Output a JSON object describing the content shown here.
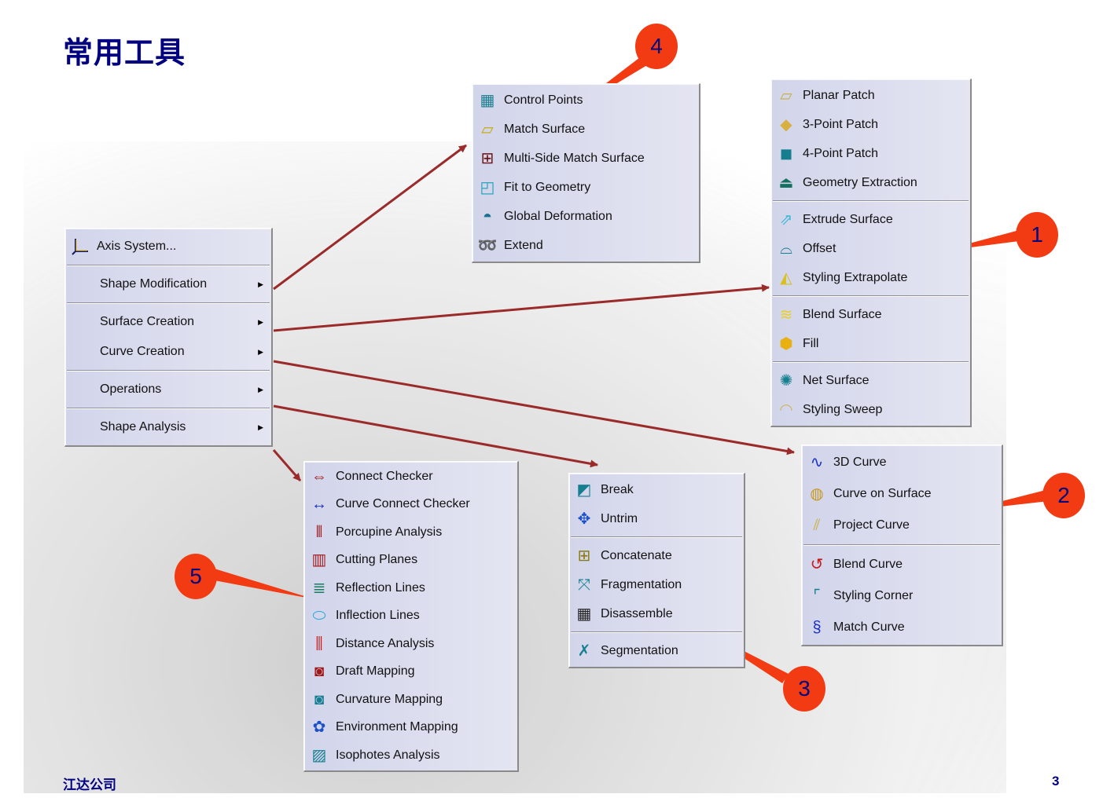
{
  "slide": {
    "title": "常用工具",
    "footer_company": "江达公司",
    "page_number": "3"
  },
  "main_menu": {
    "items": [
      {
        "label": "Axis System...",
        "icon": "axis-system-icon",
        "has_submenu": false
      },
      {
        "label": "Shape Modification",
        "has_submenu": true
      },
      {
        "label": "Surface Creation",
        "has_submenu": true
      },
      {
        "label": "Curve Creation",
        "has_submenu": true
      },
      {
        "label": "Operations",
        "has_submenu": true
      },
      {
        "label": "Shape Analysis",
        "has_submenu": true
      }
    ],
    "submenu_arrow": "▶"
  },
  "shape_modification_menu": {
    "items": [
      {
        "label": "Control Points",
        "icon": "control-points-icon"
      },
      {
        "label": "Match Surface",
        "icon": "match-surface-icon"
      },
      {
        "label": "Multi-Side Match Surface",
        "icon": "multi-side-match-surface-icon"
      },
      {
        "label": "Fit to Geometry",
        "icon": "fit-to-geometry-icon"
      },
      {
        "label": "Global Deformation",
        "icon": "global-deformation-icon"
      },
      {
        "label": "Extend",
        "icon": "extend-icon"
      }
    ]
  },
  "surface_creation_menu": {
    "groups": [
      [
        {
          "label": "Planar Patch",
          "icon": "planar-patch-icon"
        },
        {
          "label": "3-Point Patch",
          "icon": "three-point-patch-icon"
        },
        {
          "label": "4-Point Patch",
          "icon": "four-point-patch-icon"
        },
        {
          "label": "Geometry Extraction",
          "icon": "geometry-extraction-icon"
        }
      ],
      [
        {
          "label": "Extrude Surface",
          "icon": "extrude-surface-icon"
        },
        {
          "label": "Offset",
          "icon": "offset-icon"
        },
        {
          "label": "Styling Extrapolate",
          "icon": "styling-extrapolate-icon"
        }
      ],
      [
        {
          "label": "Blend Surface",
          "icon": "blend-surface-icon"
        },
        {
          "label": "Fill",
          "icon": "fill-icon"
        }
      ],
      [
        {
          "label": "Net Surface",
          "icon": "net-surface-icon"
        },
        {
          "label": "Styling Sweep",
          "icon": "styling-sweep-icon"
        }
      ]
    ]
  },
  "curve_creation_menu": {
    "groups": [
      [
        {
          "label": "3D Curve",
          "icon": "3d-curve-icon"
        },
        {
          "label": "Curve on Surface",
          "icon": "curve-on-surface-icon"
        },
        {
          "label": "Project Curve",
          "icon": "project-curve-icon"
        }
      ],
      [
        {
          "label": "Blend Curve",
          "icon": "blend-curve-icon"
        },
        {
          "label": "Styling Corner",
          "icon": "styling-corner-icon"
        },
        {
          "label": "Match Curve",
          "icon": "match-curve-icon"
        }
      ]
    ]
  },
  "operations_menu": {
    "groups": [
      [
        {
          "label": "Break",
          "icon": "break-icon"
        },
        {
          "label": "Untrim",
          "icon": "untrim-icon"
        }
      ],
      [
        {
          "label": "Concatenate",
          "icon": "concatenate-icon"
        },
        {
          "label": "Fragmentation",
          "icon": "fragmentation-icon"
        },
        {
          "label": "Disassemble",
          "icon": "disassemble-icon"
        }
      ],
      [
        {
          "label": "Segmentation",
          "icon": "segmentation-icon"
        }
      ]
    ]
  },
  "shape_analysis_menu": {
    "items": [
      {
        "label": "Connect Checker",
        "icon": "connect-checker-icon"
      },
      {
        "label": "Curve Connect Checker",
        "icon": "curve-connect-checker-icon"
      },
      {
        "label": "Porcupine Analysis",
        "icon": "porcupine-analysis-icon"
      },
      {
        "label": "Cutting Planes",
        "icon": "cutting-planes-icon"
      },
      {
        "label": "Reflection Lines",
        "icon": "reflection-lines-icon"
      },
      {
        "label": "Inflection Lines",
        "icon": "inflection-lines-icon"
      },
      {
        "label": "Distance Analysis",
        "icon": "distance-analysis-icon"
      },
      {
        "label": "Draft Mapping",
        "icon": "draft-mapping-icon"
      },
      {
        "label": "Curvature Mapping",
        "icon": "curvature-mapping-icon"
      },
      {
        "label": "Environment Mapping",
        "icon": "environment-mapping-icon"
      },
      {
        "label": "Isophotes Analysis",
        "icon": "isophotes-analysis-icon"
      }
    ]
  },
  "callouts": [
    {
      "number": "1",
      "points_to": "surface_creation_menu"
    },
    {
      "number": "2",
      "points_to": "curve_creation_menu"
    },
    {
      "number": "3",
      "points_to": "operations_menu"
    },
    {
      "number": "4",
      "points_to": "shape_modification_menu"
    },
    {
      "number": "5",
      "points_to": "shape_analysis_menu"
    }
  ],
  "colors": {
    "title": "#000080",
    "callout_fill": "#f23b12",
    "connector_arrow": "#9b2a2a",
    "menu_background": "#dcdeef"
  }
}
